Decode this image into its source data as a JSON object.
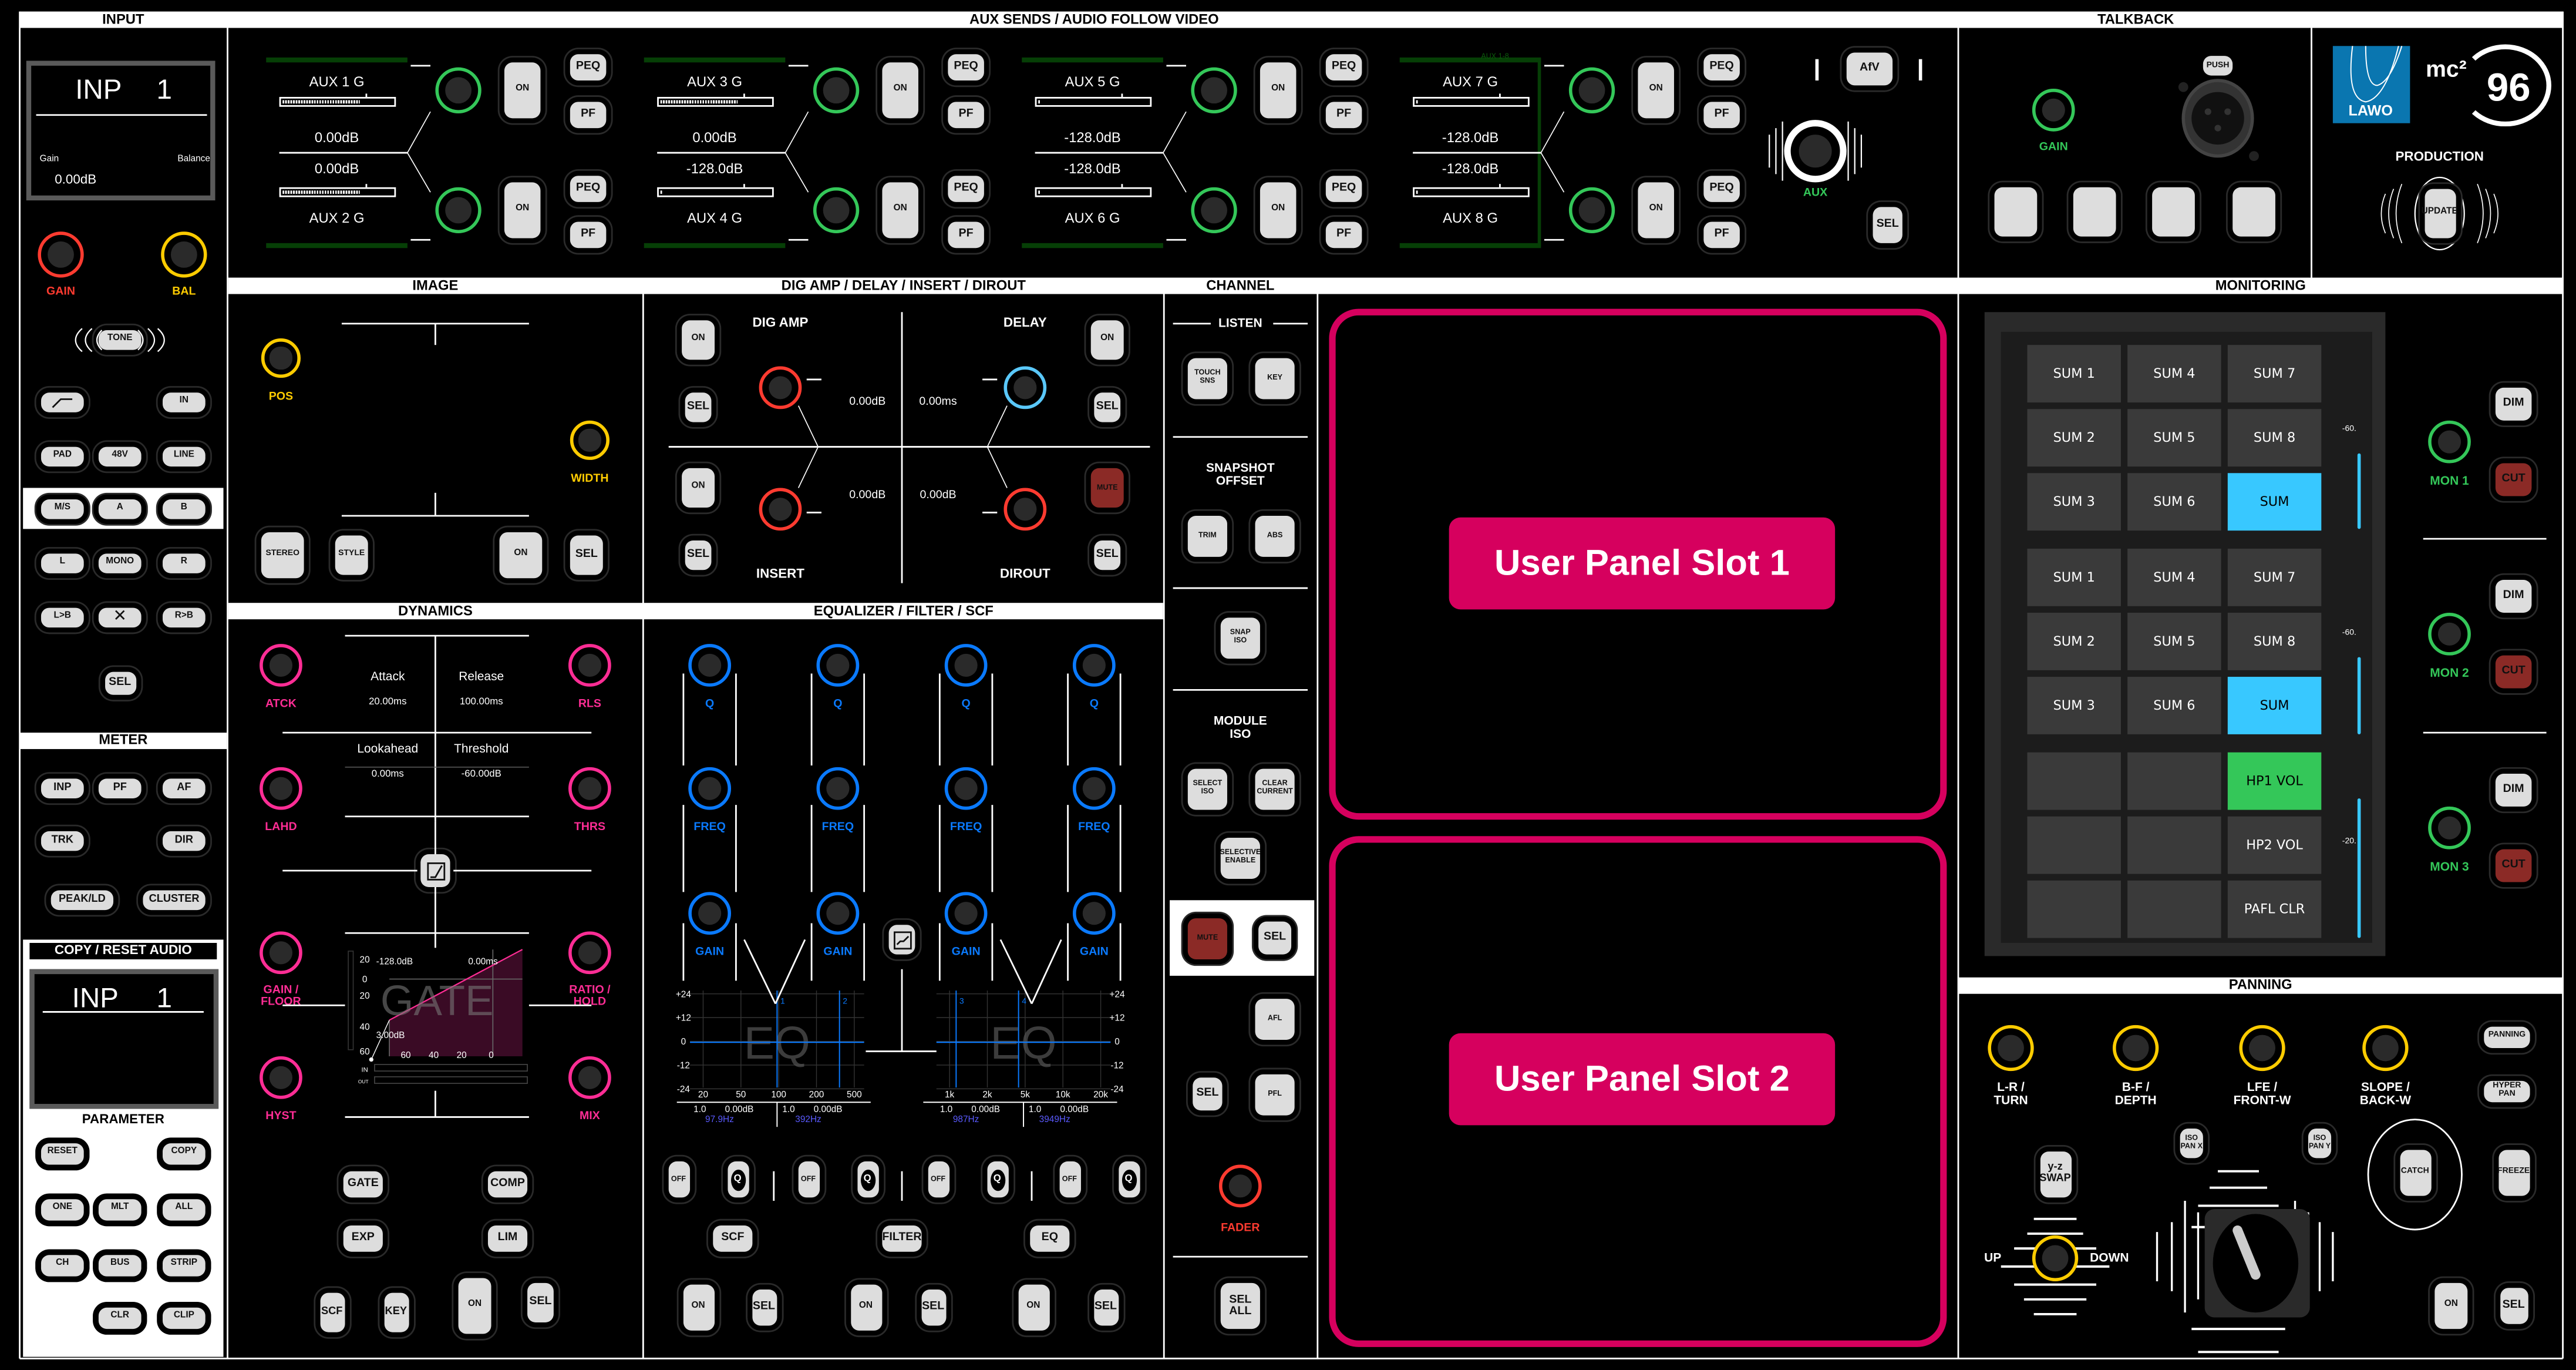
{
  "colors": {
    "green": "#34c759",
    "red": "#ff3b30",
    "yellow": "#ffcc00",
    "blue": "#0a7aff",
    "magenta": "#ff2d95",
    "cyan": "#5ac8fa",
    "sum_selected": "#38c8ff",
    "hp_active": "#34c759",
    "mute": "#8b2a26",
    "user_panel": "#d6005e",
    "lawo_blue": "#0a76b0",
    "aux_bar": "#063f06"
  },
  "sections": {
    "input": "INPUT",
    "aux": "AUX SENDS / AUDIO FOLLOW VIDEO",
    "talkback": "TALKBACK",
    "image": "IMAGE",
    "digamp": "DIG AMP / DELAY / INSERT / DIROUT",
    "channel": "CHANNEL",
    "monitoring": "MONITORING",
    "dynamics": "DYNAMICS",
    "eq": "EQUALIZER / FILTER / SCF",
    "meter": "METER",
    "copy": "COPY / RESET AUDIO",
    "panning": "PANNING"
  },
  "input": {
    "display": {
      "name": "INP",
      "num": "1",
      "gain_label": "Gain",
      "balance_label": "Balance",
      "gain_value": "0.00dB"
    },
    "gain": "GAIN",
    "bal": "BAL",
    "tone": "TONE",
    "in": "IN",
    "pad": "PAD",
    "v48": "48V",
    "line": "LINE",
    "ms": "M/S",
    "a": "A",
    "b": "B",
    "l": "L",
    "mono": "MONO",
    "r": "R",
    "lb": "L>B",
    "rb": "R>B",
    "sel": "SEL"
  },
  "meter": {
    "buttons": [
      "INP",
      "PF",
      "AF",
      "TRK",
      "DIR",
      "PEAK/LD",
      "CLUSTER"
    ]
  },
  "copy": {
    "display": {
      "name": "INP",
      "num": "1"
    },
    "parameter": "PARAMETER",
    "buttons": [
      "RESET",
      "COPY",
      "ONE",
      "MLT",
      "ALL",
      "CH",
      "BUS",
      "STRIP",
      "CLR",
      "CLIP"
    ]
  },
  "aux": {
    "groups": [
      {
        "top": "AUX  1 G",
        "top_db": "0.00dB",
        "bottom_db": "0.00dB",
        "bottom": "AUX  2 G",
        "top_level": 0.7,
        "bottom_level": 0.7
      },
      {
        "top": "AUX  3 G",
        "top_db": "0.00dB",
        "bottom_db": "-128.0dB",
        "bottom": "AUX  4 G",
        "top_level": 0.7,
        "bottom_level": 0.02
      },
      {
        "top": "AUX  5 G",
        "top_db": "-128.0dB",
        "bottom_db": "-128.0dB",
        "bottom": "AUX  6 G",
        "top_level": 0.02,
        "bottom_level": 0.02
      },
      {
        "top": "AUX  7 G",
        "top_db": "-128.0dB",
        "bottom_db": "-128.0dB",
        "bottom": "AUX  8 G",
        "top_level": 0.02,
        "bottom_level": 0.02
      }
    ],
    "on": "ON",
    "peq": "PEQ",
    "pf": "PF",
    "bracket": "AUX 1-8",
    "afv": "AfV",
    "aux_knob": "AUX",
    "sel": "SEL"
  },
  "talkback": {
    "gain": "GAIN",
    "push": "PUSH",
    "buttons": [
      "",
      "",
      "",
      ""
    ]
  },
  "logo": {
    "brand": "LAWO",
    "product": "mc²",
    "model": "96"
  },
  "production": {
    "title": "PRODUCTION",
    "update": "UPDATE"
  },
  "image": {
    "pos": "POS",
    "width": "WIDTH",
    "stereo": "STEREO",
    "style": "STYLE",
    "on": "ON",
    "sel": "SEL"
  },
  "digamp": {
    "dig_amp": "DIG AMP",
    "delay": "DELAY",
    "insert": "INSERT",
    "dirout": "DIROUT",
    "dig_amp_value": "0.00dB",
    "delay_value": "0.00ms",
    "insert_value": "0.00dB",
    "dirout_value": "0.00dB",
    "on": "ON",
    "sel": "SEL",
    "mute": "MUTE"
  },
  "channel": {
    "listen": "LISTEN",
    "touch_sns": "TOUCH\nSNS",
    "key": "KEY",
    "snapshot_offset": "SNAPSHOT\nOFFSET",
    "trim": "TRIM",
    "abs": "ABS",
    "snap_iso": "SNAP\nISO",
    "module_iso": "MODULE\nISO",
    "select_iso": "SELECT\nISO",
    "clear_current": "CLEAR\nCURRENT",
    "selective_enable": "SELECTIVE\nENABLE",
    "mute": "MUTE",
    "sel": "SEL",
    "afl": "AFL",
    "pfl": "PFL",
    "fader": "FADER",
    "sel_all": "SEL\nALL"
  },
  "user_panels": [
    "User Panel Slot 1",
    "User Panel Slot 2"
  ],
  "monitoring": {
    "grid": [
      [
        {
          "label": "SUM 1",
          "state": ""
        },
        {
          "label": "SUM 4",
          "state": ""
        },
        {
          "label": "SUM 7",
          "state": ""
        }
      ],
      [
        {
          "label": "SUM 2",
          "state": ""
        },
        {
          "label": "SUM 5",
          "state": ""
        },
        {
          "label": "SUM 8",
          "state": ""
        }
      ],
      [
        {
          "label": "SUM 3",
          "state": ""
        },
        {
          "label": "SUM 6",
          "state": ""
        },
        {
          "label": "SUM",
          "state": "selected"
        }
      ],
      [
        {
          "label": "SUM 1",
          "state": ""
        },
        {
          "label": "SUM 4",
          "state": ""
        },
        {
          "label": "SUM 7",
          "state": ""
        }
      ],
      [
        {
          "label": "SUM 2",
          "state": ""
        },
        {
          "label": "SUM 5",
          "state": ""
        },
        {
          "label": "SUM 8",
          "state": ""
        }
      ],
      [
        {
          "label": "SUM 3",
          "state": ""
        },
        {
          "label": "SUM 6",
          "state": ""
        },
        {
          "label": "SUM",
          "state": "selected"
        }
      ],
      [
        {
          "label": "",
          "state": ""
        },
        {
          "label": "",
          "state": ""
        },
        {
          "label": "HP1 VOL",
          "state": "active"
        }
      ],
      [
        {
          "label": "",
          "state": ""
        },
        {
          "label": "",
          "state": ""
        },
        {
          "label": "HP2 VOL",
          "state": ""
        }
      ],
      [
        {
          "label": "",
          "state": ""
        },
        {
          "label": "",
          "state": ""
        },
        {
          "label": "PAFL CLR",
          "state": ""
        }
      ]
    ],
    "meter_labels": [
      "-60.",
      "-60.",
      "-20."
    ],
    "mons": [
      {
        "label": "MON 1",
        "dim": "DIM",
        "cut": "CUT"
      },
      {
        "label": "MON 2",
        "dim": "DIM",
        "cut": "CUT"
      },
      {
        "label": "MON 3",
        "dim": "DIM",
        "cut": "CUT"
      }
    ]
  },
  "dynamics": {
    "knobs": [
      "ATCK",
      "RLS",
      "LAHD",
      "THRS",
      "GAIN /\nFLOOR",
      "RATIO /\nHOLD",
      "HYST",
      "MIX"
    ],
    "params": [
      {
        "label": "Attack",
        "value": "20.00ms"
      },
      {
        "label": "Release",
        "value": "100.00ms"
      },
      {
        "label": "Lookahead",
        "value": "0.00ms"
      },
      {
        "label": "Threshold",
        "value": "-60.00dB"
      }
    ],
    "graph": {
      "watermark": "GATE",
      "y_ticks": [
        "20",
        "0",
        "20",
        "40",
        "60"
      ],
      "x_ticks": [
        "60",
        "40",
        "20",
        "0"
      ],
      "range_label": "-128.0dB",
      "time_label": "0.00ms",
      "threshold_label": "3.00dB",
      "in": "IN",
      "out": "OUT"
    },
    "gate": "GATE",
    "comp": "COMP",
    "exp": "EXP",
    "lim": "LIM",
    "scf": "SCF",
    "key": "KEY",
    "on": "ON",
    "sel": "SEL"
  },
  "eq": {
    "q": "Q",
    "freq": "FREQ",
    "gain": "GAIN",
    "graph_left": {
      "watermark": "EQ",
      "y_ticks": [
        "+24",
        "+12",
        "0",
        "-12",
        "-24"
      ],
      "x_ticks": [
        "20",
        "50",
        "100",
        "200",
        "500"
      ],
      "markers": [
        "1",
        "2"
      ],
      "bands": [
        {
          "q": "1.0",
          "gain": "0.00dB",
          "freq": "97.9Hz"
        },
        {
          "q": "1.0",
          "gain": "0.00dB",
          "freq": "392Hz"
        }
      ]
    },
    "graph_right": {
      "watermark": "EQ",
      "y_ticks": [
        "+24",
        "+12",
        "0",
        "-12",
        "-24"
      ],
      "x_ticks": [
        "1k",
        "2k",
        "5k",
        "10k",
        "20k"
      ],
      "markers": [
        "3",
        "4"
      ],
      "bands": [
        {
          "q": "1.0",
          "gain": "0.00dB",
          "freq": "987Hz"
        },
        {
          "q": "1.0",
          "gain": "0.00dB",
          "freq": "3949Hz"
        }
      ]
    },
    "off": "OFF",
    "q_btn": "Q",
    "scf": "SCF",
    "filter": "FILTER",
    "eq_btn": "EQ",
    "on": "ON",
    "sel": "SEL"
  },
  "panning": {
    "knobs": [
      "L-R /\nTURN",
      "B-F /\nDEPTH",
      "LFE /\nFRONT-W",
      "SLOPE /\nBACK-W"
    ],
    "panning": "PANNING",
    "hyper_pan": "HYPER PAN",
    "iso_pan_x": "ISO\nPAN X",
    "iso_pan_y": "ISO\nPAN Y",
    "yz_swap": "y-z\nSWAP",
    "catch": "CATCH",
    "freeze": "FREEZE",
    "up": "UP",
    "down": "DOWN",
    "on": "ON",
    "sel": "SEL"
  }
}
